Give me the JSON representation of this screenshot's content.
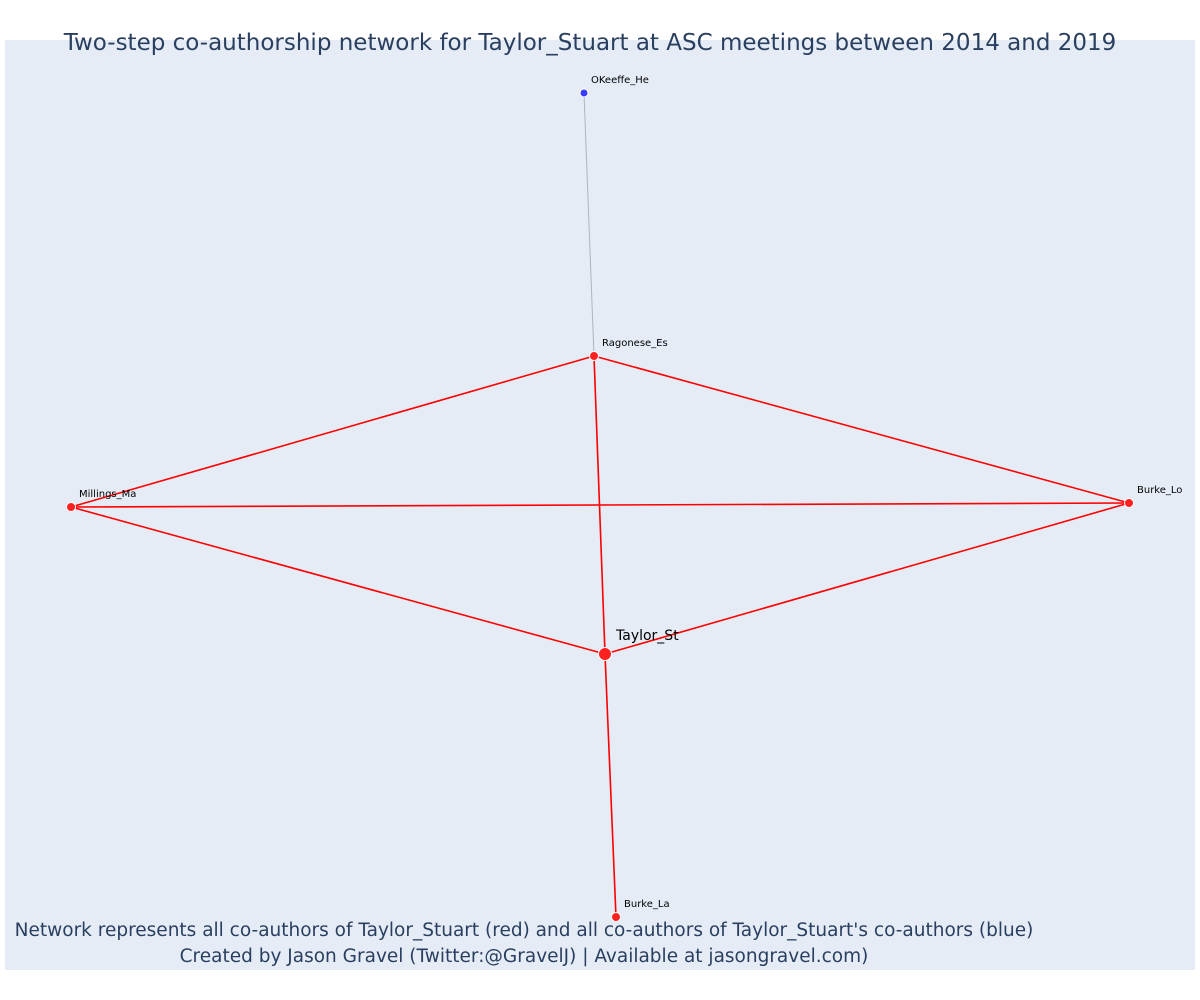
{
  "title": "Two-step co-authorship network for Taylor_Stuart at ASC meetings between 2014 and 2019",
  "caption": {
    "line1": "Network represents all co-authors of Taylor_Stuart (red) and all co-authors of Taylor_Stuart's co-authors (blue)",
    "line2": "Created by Jason Gravel (Twitter:@GravelJ) | Available at jasongravel.com)"
  },
  "colors": {
    "plot_background": "#e5ecf6",
    "coauthor": "#ff2020",
    "second_step": "#3b3bff",
    "coauthor_edge": "#ff0000",
    "second_step_edge": "#b0b3be",
    "title_text": "#2a3f5f"
  },
  "chart_data": {
    "type": "network",
    "nodes": [
      {
        "id": "Taylor_St",
        "group": "focal"
      },
      {
        "id": "Ragonese_Es",
        "group": "coauthor"
      },
      {
        "id": "Millings_Ma",
        "group": "coauthor"
      },
      {
        "id": "Burke_Lo",
        "group": "coauthor"
      },
      {
        "id": "Burke_La",
        "group": "coauthor"
      },
      {
        "id": "OKeeffe_He",
        "group": "second_step"
      }
    ],
    "edges": [
      {
        "source": "Taylor_St",
        "target": "Ragonese_Es",
        "type": "coauthor"
      },
      {
        "source": "Taylor_St",
        "target": "Millings_Ma",
        "type": "coauthor"
      },
      {
        "source": "Taylor_St",
        "target": "Burke_Lo",
        "type": "coauthor"
      },
      {
        "source": "Taylor_St",
        "target": "Burke_La",
        "type": "coauthor"
      },
      {
        "source": "Ragonese_Es",
        "target": "Millings_Ma",
        "type": "coauthor"
      },
      {
        "source": "Ragonese_Es",
        "target": "Burke_Lo",
        "type": "coauthor"
      },
      {
        "source": "Millings_Ma",
        "target": "Burke_Lo",
        "type": "coauthor"
      },
      {
        "source": "Ragonese_Es",
        "target": "OKeeffe_He",
        "type": "second_step"
      }
    ]
  }
}
